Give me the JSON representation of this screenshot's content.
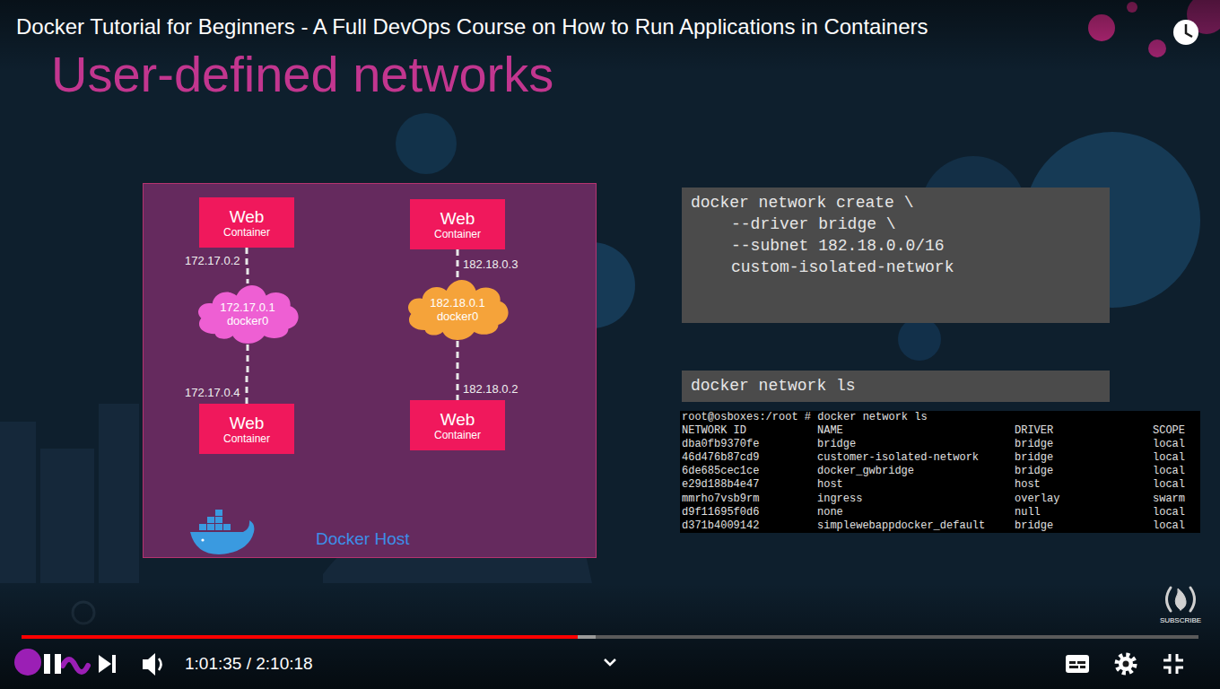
{
  "diagram": {
    "title": "User-defined networks",
    "nodes": [
      {
        "text": [
          "Docker Host"
        ]
      },
      {
        "text": [
          "Web",
          "Container"
        ],
        "in": 0
      },
      {
        "text": [
          "Web",
          "Container"
        ],
        "in": 0
      },
      {
        "text": [
          "172.17.0.1",
          "docker0"
        ],
        "in": 0
      },
      {
        "text": [
          "182.18.0.1",
          "docker0"
        ],
        "in": 0
      },
      {
        "text": [
          "Web",
          "Container"
        ],
        "in": 0
      },
      {
        "text": [
          "Web",
          "Container"
        ],
        "in": 0
      },
      {
        "text": [
          "docker network create \\",
          "--driver bridge \\",
          "--subnet 182.18.0.0/16",
          "custom-isolated-network"
        ]
      },
      {
        "text": [
          "docker network ls"
        ]
      },
      {
        "text": [
          "root@osboxes:/root # docker network ls",
          "NETWORK ID",
          "NAME",
          "DRIVER",
          "SCOPE",
          "dba0fb9370fe",
          "bridge",
          "bridge",
          "local",
          "46d476b87cd9",
          "customer-isolated-network",
          "bridge",
          "local",
          "6de685cec1ce",
          "docker_gwbridge",
          "bridge",
          "local",
          "e29d188b4e47",
          "host",
          "host",
          "local",
          "mmrho7vsb9rm",
          "ingress",
          "overlay",
          "swarm",
          "d9f11695f0d6",
          "none",
          "null",
          "local",
          "d371b4009142",
          "simplewebappdocker_default",
          "bridge",
          "local"
        ]
      }
    ],
    "edges": [
      {
        "from": 1,
        "to": 3,
        "arrow": "none",
        "label": "172.17.0.2"
      },
      {
        "from": 3,
        "to": 5,
        "arrow": "none",
        "label": "172.17.0.4"
      },
      {
        "from": 2,
        "to": 4,
        "arrow": "none",
        "label": "182.18.0.3"
      },
      {
        "from": 4,
        "to": 6,
        "arrow": "none",
        "label": "182.18.0.2"
      }
    ],
    "labels": [
      "Docker Tutorial for Beginners - A Full DevOps Course on How to Run Applications in Containers",
      "1:01:35 / 2:10:18",
      "SUBSCRIBE"
    ]
  }
}
